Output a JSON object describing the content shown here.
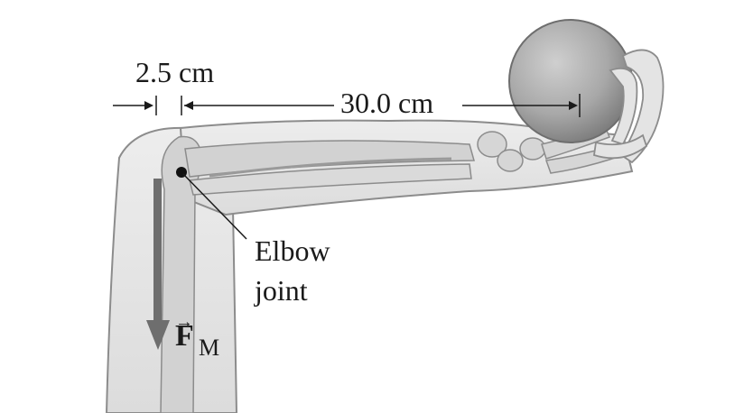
{
  "dimensions": {
    "muscle_offset": "2.5 cm",
    "ball_distance": "30.0 cm"
  },
  "labels": {
    "elbow_line1": "Elbow",
    "elbow_line2": "joint",
    "force_symbol": "F",
    "force_subscript": "M",
    "force_arrow": "→"
  },
  "colors": {
    "arm_fill": "#e6e6e6",
    "arm_outline": "#8c8c8c",
    "bone": "#d2d2d2",
    "ball": "#a8a8a8",
    "force_arrow": "#6e6e6e",
    "ink": "#1a1a1a"
  }
}
